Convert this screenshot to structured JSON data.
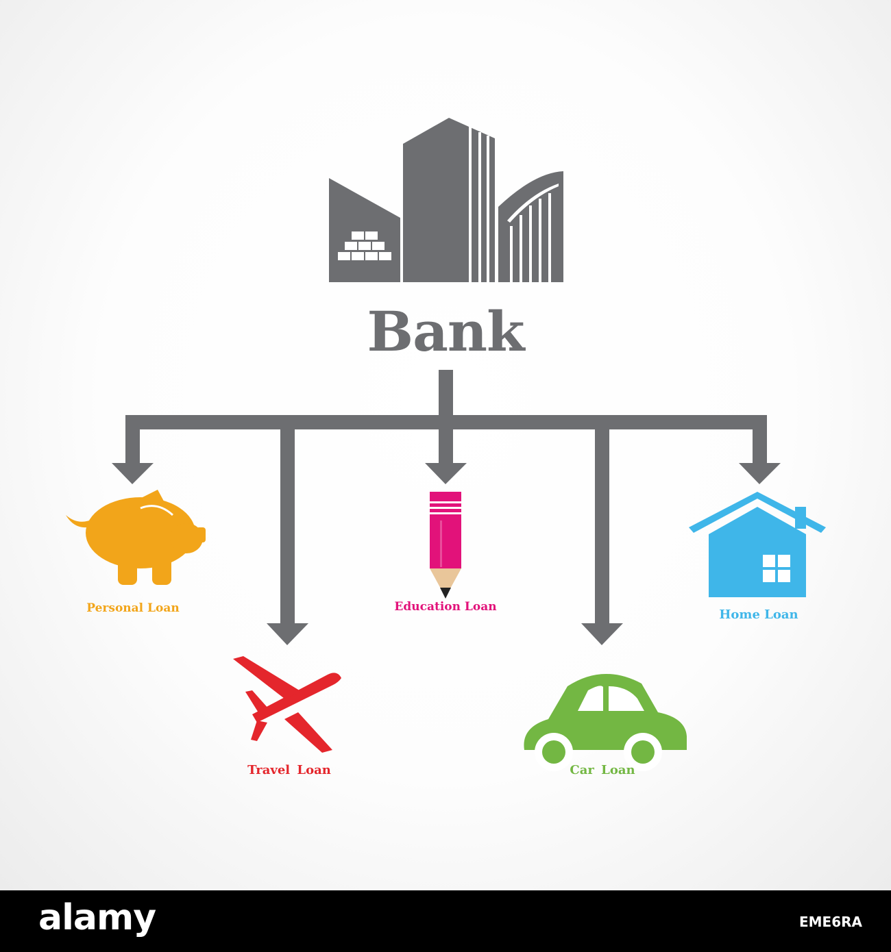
{
  "diagram": {
    "root": {
      "label": "Bank",
      "color": "#6d6e71",
      "icon": "bank-building-icon"
    },
    "connector_color": "#6d6e71",
    "branches": [
      {
        "label": "Personal Loan",
        "color": "#f2a51a",
        "icon": "piggy-bank-icon"
      },
      {
        "label": "Travel Loan",
        "color": "#e4262c",
        "icon": "airplane-icon"
      },
      {
        "label": "Education Loan",
        "color": "#e2127a",
        "icon": "pencil-icon"
      },
      {
        "label": "Car Loan",
        "color": "#73b743",
        "icon": "car-icon"
      },
      {
        "label": "Home Loan",
        "color": "#3fb6e9",
        "icon": "house-icon"
      }
    ]
  },
  "footer": {
    "brand": "alamy",
    "image_id": "EME6RA",
    "background": "#000000"
  }
}
